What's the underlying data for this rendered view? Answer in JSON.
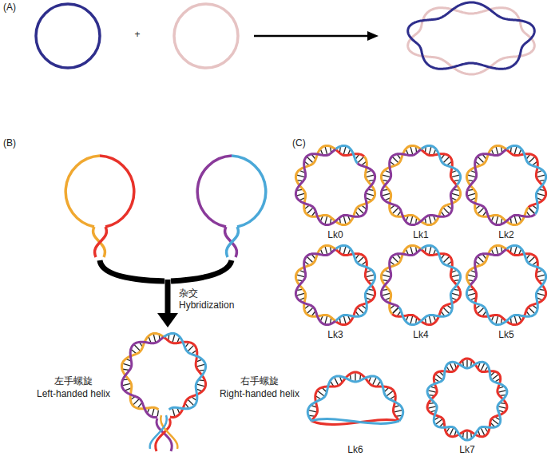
{
  "diagram": {
    "labels": [
      "(A)",
      "+",
      "(B)",
      "杂交",
      "Hybridization",
      "左手螺旋",
      "Left-handed helix",
      "右手螺旋",
      "Right-handed helix",
      "(C)",
      "Lk0",
      "Lk1",
      "Lk2",
      "Lk3",
      "Lk4",
      "Lk5",
      "Lk6",
      "Lk7"
    ]
  }
}
